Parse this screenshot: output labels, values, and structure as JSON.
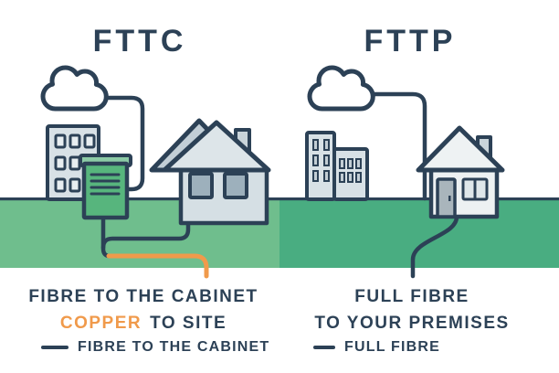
{
  "colors": {
    "navy": "#2c4156",
    "orange": "#f09a4b",
    "ground_left": "#6fbe8d",
    "ground_right": "#49ad81",
    "cabinet_green": "#57b57d",
    "cabinet_lid": "#8ccba6"
  },
  "left": {
    "title": "FTTC",
    "caption_line1": "FIBRE TO THE CABINET",
    "caption_highlight": "COPPER",
    "caption_line2_rest": "TO SITE",
    "legend_label": "FIBRE TO THE CABINET"
  },
  "right": {
    "title": "FTTP",
    "caption_line1": "FULL FIBRE",
    "caption_line2": "TO YOUR PREMISES",
    "legend_label": "FULL FIBRE"
  }
}
